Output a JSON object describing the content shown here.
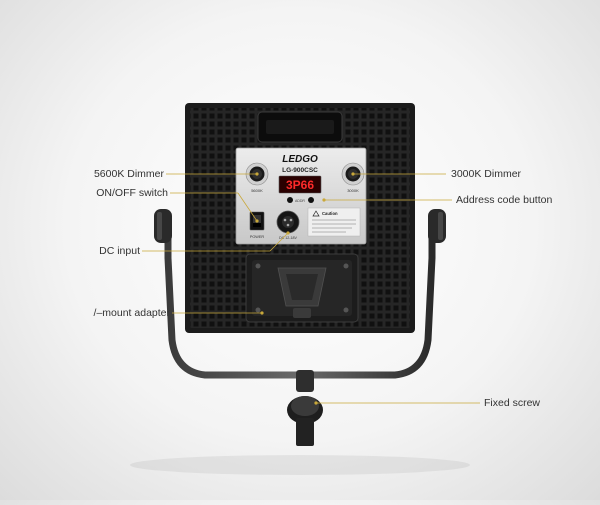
{
  "product": {
    "brand": "LEDGO",
    "model": "LG-900CSC",
    "display_readout": "3P66",
    "knob_left_label": "5600K",
    "knob_right_label": "3000K",
    "center_label": "ADDR",
    "power_label": "POWER",
    "dc_label": "DC 12-18V",
    "caution_title": "Caution",
    "caution_text": "Please switch off the power before attaching or removing the power cable"
  },
  "callouts": {
    "dimmer_5600": "5600K Dimmer",
    "dimmer_3000": "3000K Dimmer",
    "on_off": "ON/OFF switch",
    "address_button": "Address code button",
    "dc_input": "DC input",
    "mount_adapter": "/–mount adapter",
    "fixed_screw": "Fixed screw"
  },
  "colors": {
    "background": "#f4f4f4",
    "leader_line": "#c9a83a",
    "panel_body": "#1e1e1e",
    "control_plate": "#d8d8d8",
    "display_red": "#e02020"
  }
}
